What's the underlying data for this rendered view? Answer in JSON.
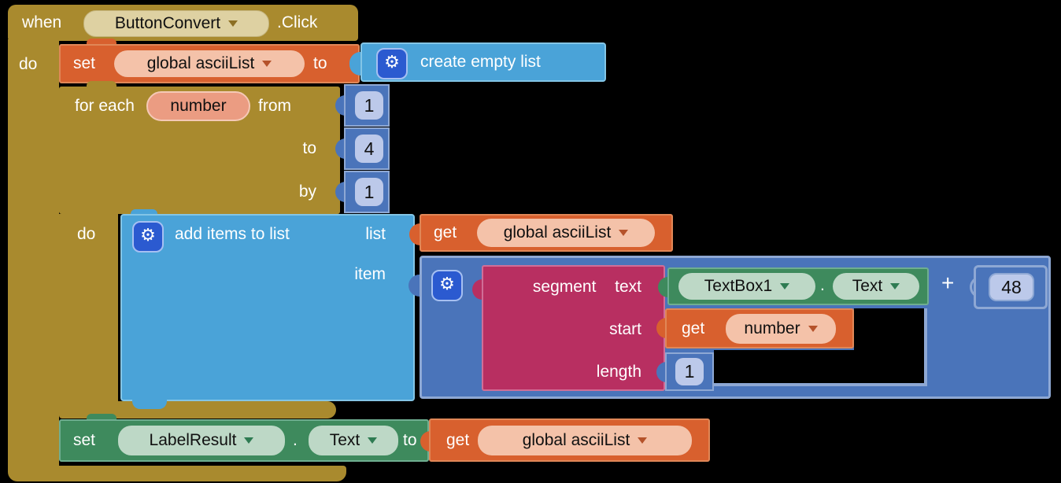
{
  "colors": {
    "canvas_bg": "#000000",
    "control_gold": "#a98a2e",
    "variables_orange": "#d8602e",
    "lists_light_blue": "#4aa3d8",
    "math_dark_blue": "#4a74ba",
    "text_magenta": "#b82f61",
    "component_green": "#3e8a5d",
    "gear_badge_blue": "#2b5ad0"
  },
  "icons": {
    "gear_glyph": "⚙"
  },
  "when_block": {
    "when": "when",
    "component": "ButtonConvert",
    "event": ".Click",
    "do": "do"
  },
  "set_ascii": {
    "set": "set",
    "variable": "global asciiList",
    "to": "to"
  },
  "create_list": {
    "label": "create empty list"
  },
  "for_each": {
    "for_each": "for each",
    "var": "number",
    "from": "from",
    "from_value": "1",
    "to": "to",
    "to_value": "4",
    "by": "by",
    "by_value": "1",
    "do": "do"
  },
  "add_items": {
    "label": "add items to list",
    "list": "list",
    "item": "item"
  },
  "get_list_1": {
    "get": "get",
    "variable": "global asciiList"
  },
  "plus": {
    "operator": "+",
    "right_value": "48"
  },
  "segment": {
    "label": "segment",
    "text": "text",
    "start": "start",
    "length": "length",
    "length_value": "1"
  },
  "textbox_get": {
    "component": "TextBox1",
    "dot": ".",
    "property": "Text"
  },
  "get_number": {
    "get": "get",
    "variable": "number"
  },
  "set_label": {
    "set": "set",
    "component": "LabelResult",
    "dot": ".",
    "property": "Text",
    "to": "to"
  },
  "get_list_2": {
    "get": "get",
    "variable": "global asciiList"
  }
}
